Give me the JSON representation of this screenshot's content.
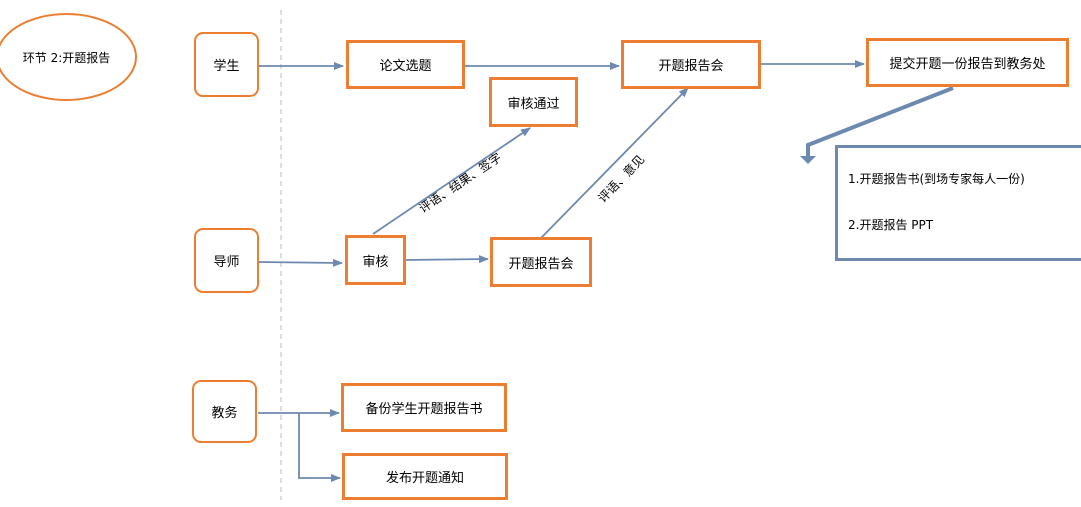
{
  "stage": {
    "label": "环节 2:开题报告"
  },
  "roles": {
    "student": "学生",
    "advisor": "导师",
    "academic_office": "教务"
  },
  "steps": {
    "thesis_topic": "论文选题",
    "proposal_meeting_top": "开题报告会",
    "submit": "提交开题一份报告到教务处",
    "approved": "审核通过",
    "review": "审核",
    "proposal_meeting_mid": "开题报告会",
    "backup": "备份学生开题报告书",
    "publish": "发布开题通知"
  },
  "edge_labels": {
    "review_to_approved": "评语、结果、签字",
    "meeting_to_meeting": "评语、意见"
  },
  "submission_note": {
    "items": [
      "1.开题报告书(到场专家每人一份)",
      "2.开题报告 PPT"
    ]
  },
  "colors": {
    "node_border": "#ED7D31",
    "connector": "#6D89B0",
    "lane_divider": "#C8C8C8"
  }
}
